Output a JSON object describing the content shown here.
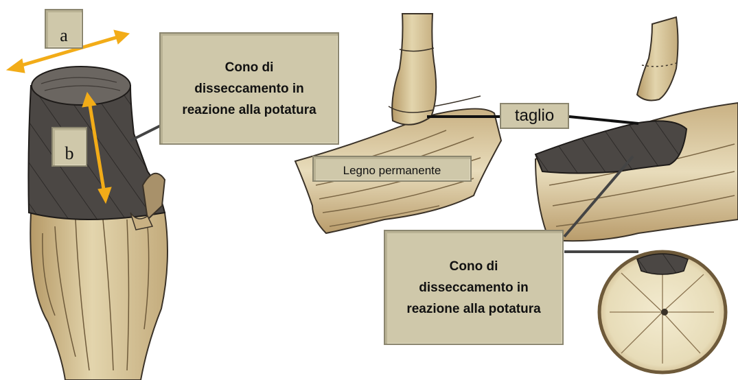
{
  "labels": {
    "a": "a",
    "b": "b",
    "cone_left": "Cono di disseccamento in reazione alla potatura",
    "cone_right": "Cono di disseccamento in reazione alla potatura",
    "cut": "taglio",
    "permanent_wood": "Legno permanente"
  },
  "colors": {
    "arrow": "#f2ac18",
    "label_fill": "#cfc8aa",
    "dry_wood": "#4b4744",
    "live_wood": "#d7c7a0",
    "leader_line": "#444444"
  }
}
